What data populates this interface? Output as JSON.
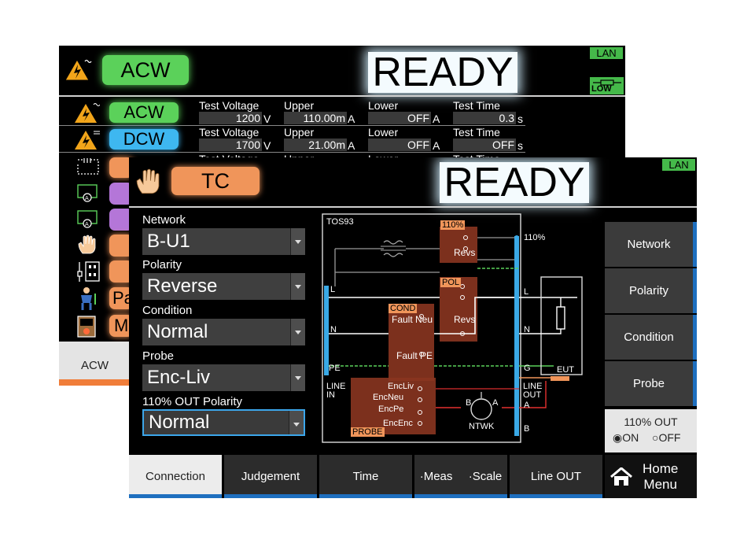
{
  "back_screen": {
    "mode": "ACW",
    "status": "READY",
    "lan": "LAN",
    "low_badge": "LOW",
    "rows": [
      {
        "mode": "ACW",
        "color": "green",
        "fields": [
          {
            "label": "Test Voltage",
            "value": "1200",
            "unit": "V"
          },
          {
            "label": "Upper",
            "value": "110.00m",
            "unit": "A"
          },
          {
            "label": "Lower",
            "value": "OFF",
            "unit": "A"
          },
          {
            "label": "Test Time",
            "value": "0.3",
            "unit": "s"
          }
        ]
      },
      {
        "mode": "DCW",
        "color": "blue",
        "fields": [
          {
            "label": "Test Voltage",
            "value": "1700",
            "unit": "V"
          },
          {
            "label": "Upper",
            "value": "21.00m",
            "unit": "A"
          },
          {
            "label": "Lower",
            "value": "OFF",
            "unit": "A"
          },
          {
            "label": "Test Time",
            "value": "OFF",
            "unit": "s"
          }
        ]
      }
    ],
    "partial_row_labels": [
      "Test Voltage",
      "Upper",
      "Lower",
      "Test Time"
    ],
    "partial_pills": [
      "Pa",
      "M"
    ],
    "bottom_tab": "ACW"
  },
  "front_screen": {
    "mode": "TC",
    "status": "READY",
    "lan": "LAN",
    "fields": [
      {
        "label": "Network",
        "value": "B-U1"
      },
      {
        "label": "Polarity",
        "value": "Reverse"
      },
      {
        "label": "Condition",
        "value": "Normal"
      },
      {
        "label": "Probe",
        "value": "Enc-Liv"
      },
      {
        "label": "110% OUT Polarity",
        "value": "Normal"
      }
    ],
    "side_buttons": [
      "Network",
      "Polarity",
      "Condition",
      "Probe"
    ],
    "out_toggle": {
      "title": "110% OUT",
      "on_label": "ON",
      "off_label": "OFF",
      "selected": "ON"
    },
    "tabs": [
      "Connection",
      "Judgement",
      "Time",
      "·Meas",
      "·Scale",
      "Line OUT"
    ],
    "selected_tab": "Connection",
    "home_menu": {
      "line1": "Home",
      "line2": "Menu"
    },
    "diagram": {
      "title": "TOS93",
      "pct_tag": "110%",
      "pct_out": "110%",
      "revs_top": "Revs",
      "pol_tag": "POL",
      "revs_pol": "Revs",
      "cond_tag": "COND",
      "fault_neu": "Fault Neu",
      "fault_pe": "Fault PE",
      "probe_tag": "PROBE",
      "probe_items": [
        "EncLiv",
        "EncNeu",
        "EncPe",
        "EncEnc"
      ],
      "node_l": "L",
      "node_n": "N",
      "node_pe": "PE",
      "line_in": [
        "LINE",
        "IN"
      ],
      "line_out": [
        "LINE",
        "OUT"
      ],
      "out_l": "L",
      "out_n": "N",
      "out_g": "G",
      "out_a": "A",
      "out_b": "B",
      "eut": "EUT",
      "ntwk": "NTWK",
      "ntwk_b": "B",
      "ntwk_a": "A"
    }
  }
}
